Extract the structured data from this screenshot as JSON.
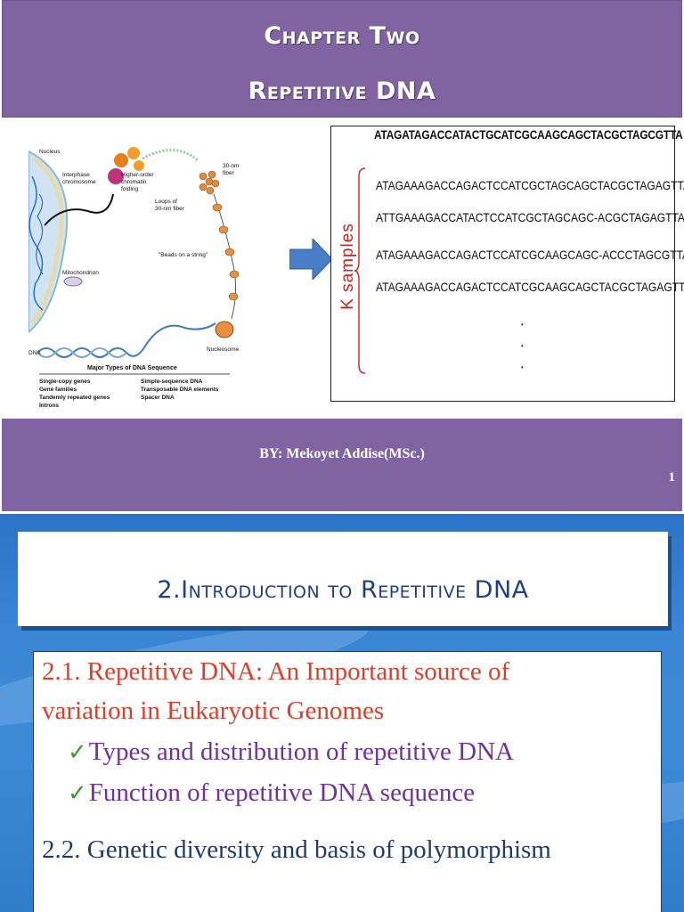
{
  "slide1": {
    "title": "Chapter Two",
    "subtitle": "Repetitive DNA",
    "figure": {
      "labels": {
        "nucleus": "Nucleus",
        "interphase": "Interphase",
        "chromosome": "chromosome",
        "higher_order_1": "Higher-order",
        "higher_order_2": "chromatin",
        "higher_order_3": "folding",
        "nm30_1": "30-nm",
        "nm30_2": "fiber",
        "loops_1": "Loops of",
        "loops_2": "30-nm fiber",
        "beads": "\"Beads on a string\"",
        "mitochondrion": "Mitochondrion",
        "dna": "DNA",
        "nucleosome": "Nucleosome"
      },
      "table": {
        "title": "Major Types of DNA Sequence",
        "col1": [
          "Single-copy genes",
          "Gene families",
          "Tandemly repeated genes",
          "Introns"
        ],
        "col2": [
          "Simple-sequence DNA",
          "Transposable DNA elements",
          "Spacer DNA"
        ]
      }
    },
    "sequences": {
      "reference": "ATAGATAGACCATACTGCATCGCAAGCAGCTACGCTAGCGTTA",
      "k_label": "K samples",
      "samples": [
        "ATAGAAAGACCAGACTCCATCGCTAGCAGCTACGCTAGAGTTA",
        "ATTGAAAGACCATACTCCATCGCTAGCAGC-ACGCTAGAGTTA",
        "ATAGAAAGACCAGACTCCATCGCAAGCAGC-ACCCTAGCGTTA",
        "ATAGAAAGACCAGACTCCATCGCAAGCAGCTACGCTAGAGTTA"
      ],
      "ellipsis": [
        "·",
        "·",
        "·"
      ]
    },
    "byline": "BY:  Mekoyet Addise(MSc.)",
    "page_number": "1",
    "colors": {
      "banner": "#8064a2",
      "k_label": "#d02020",
      "arrow": "#4a7ec8"
    }
  },
  "slide2": {
    "title": "2.Introduction to Repetitive DNA",
    "items": [
      "2.1. Repetitive DNA: An Important source of",
      "variation in Eukaryotic Genomes",
      "Types and distribution of repetitive DNA",
      "Function of repetitive DNA sequence",
      "2.2. Genetic diversity and basis of polymorphism"
    ],
    "check_icon": "✓",
    "colors": {
      "background": "#3a86d4",
      "heading": "#e03c2a",
      "sub": "#7030a0",
      "item": "#1f3c6a",
      "check": "#3a9a2a"
    }
  }
}
